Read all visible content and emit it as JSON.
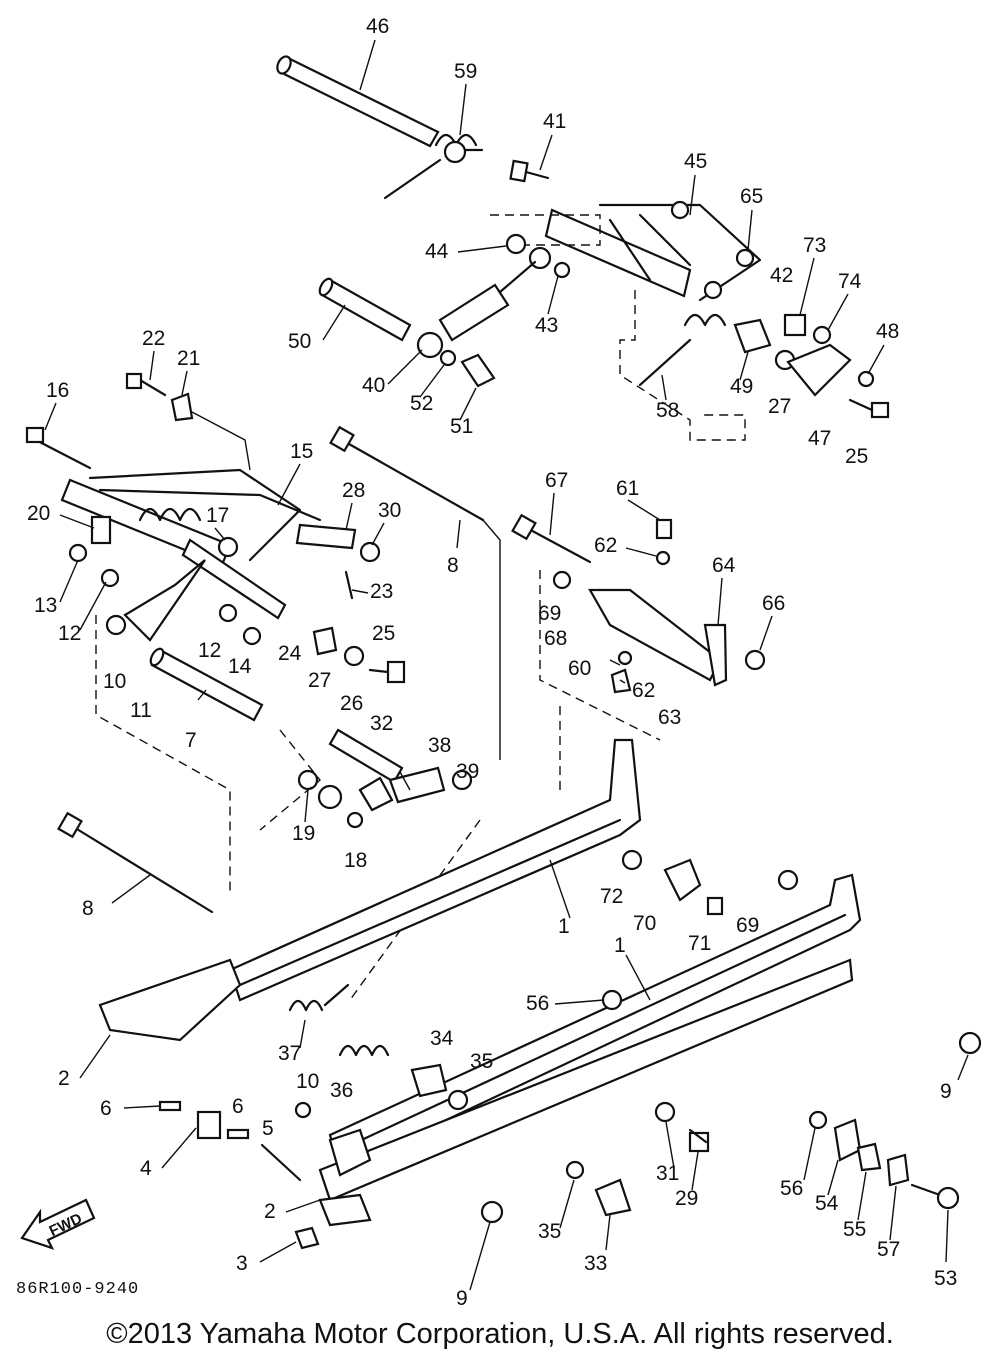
{
  "diagram": {
    "code": "86R100-9240",
    "copyright": "©2013 Yamaha Motor Corporation, U.S.A. All rights reserved.",
    "direction_label": "FWD",
    "callouts": [
      "46",
      "59",
      "41",
      "45",
      "65",
      "44",
      "43",
      "73",
      "74",
      "48",
      "42",
      "50",
      "40",
      "52",
      "51",
      "49",
      "58",
      "27",
      "47",
      "25",
      "22",
      "21",
      "16",
      "15",
      "28",
      "30",
      "20",
      "17",
      "8",
      "67",
      "61",
      "62",
      "13",
      "12",
      "23",
      "64",
      "66",
      "69",
      "68",
      "60",
      "24",
      "27",
      "25",
      "26",
      "12",
      "14",
      "10",
      "11",
      "7",
      "32",
      "38",
      "39",
      "62",
      "63",
      "19",
      "18",
      "8",
      "72",
      "1",
      "70",
      "71",
      "69",
      "9",
      "56",
      "1",
      "2",
      "37",
      "10",
      "34",
      "35",
      "36",
      "6",
      "6",
      "5",
      "4",
      "56",
      "54",
      "55",
      "57",
      "53",
      "31",
      "29",
      "2",
      "35",
      "33",
      "3",
      "9"
    ]
  }
}
